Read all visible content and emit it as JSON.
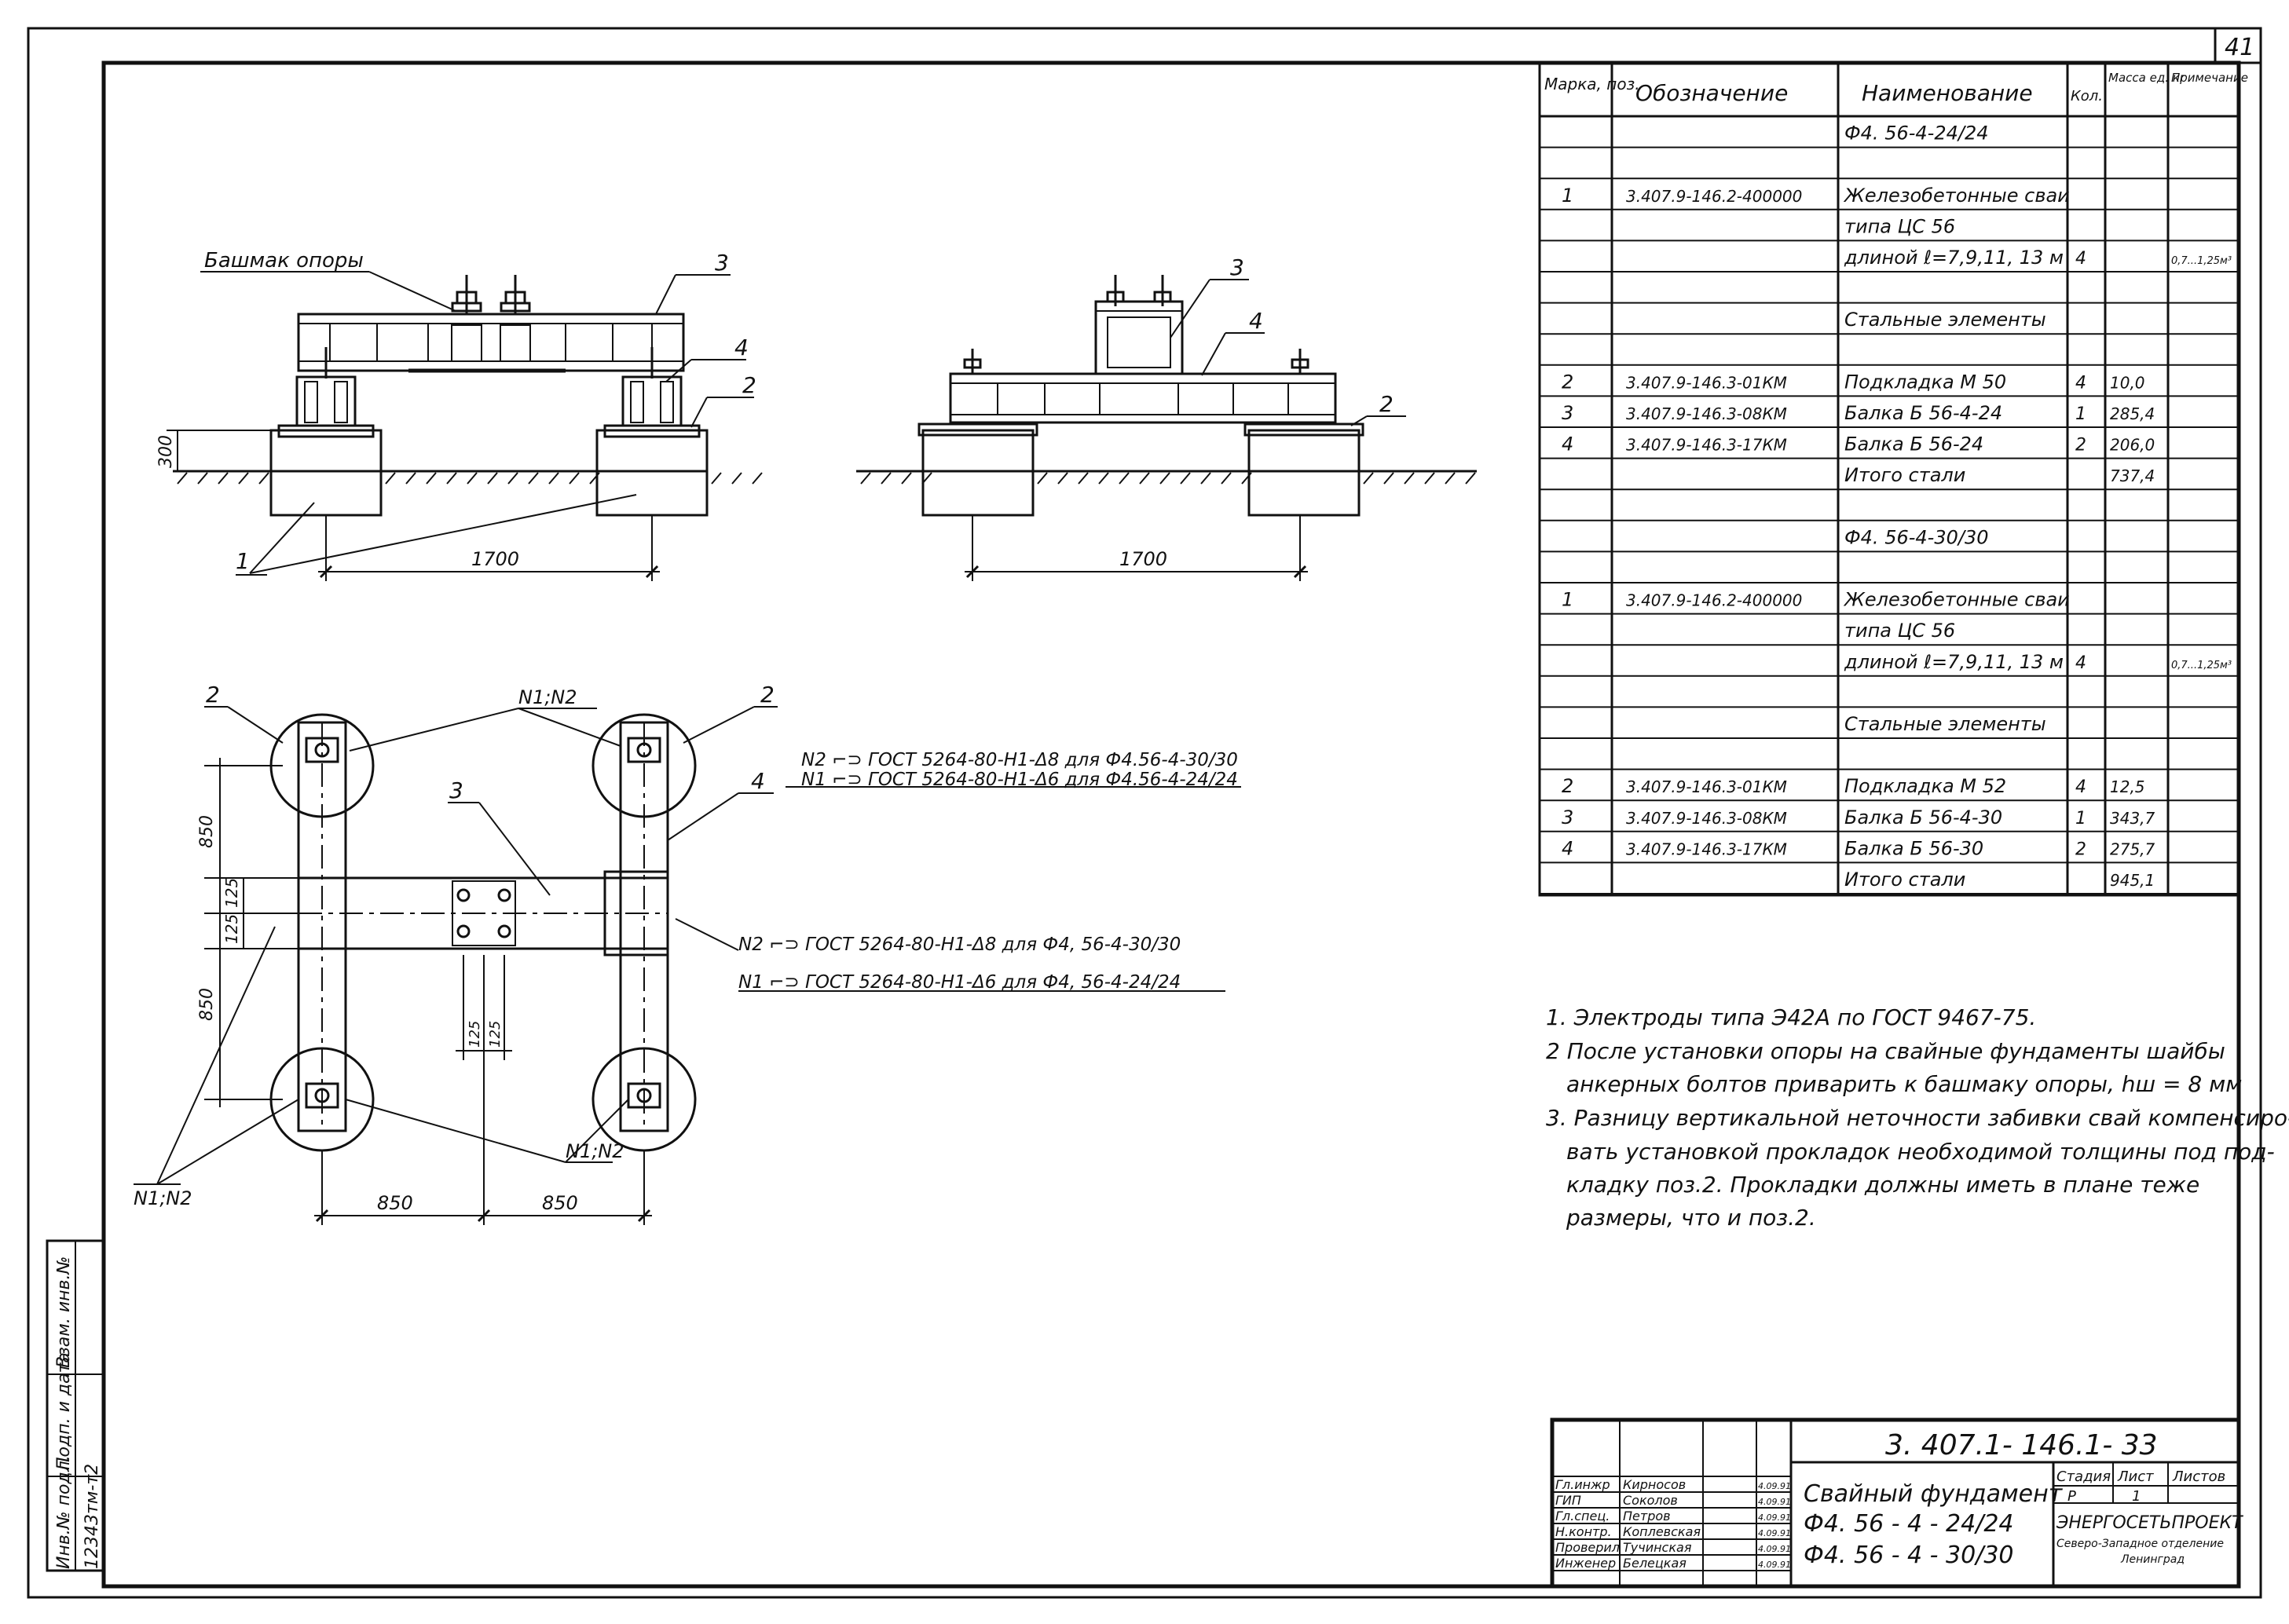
{
  "sheet": {
    "page_number": "41",
    "drawing_code": "3. 407.1- 146.1- 33"
  },
  "views": {
    "front_label": "Башмак опоры",
    "dim_height": "300",
    "dim_span_front": "1700",
    "dim_span_side": "1700",
    "plan_dim_a": "850",
    "plan_dim_b": "850",
    "plan_dim_c": "125",
    "plan_dim_d": "125",
    "plan_dim_e": "125",
    "plan_dim_f": "125",
    "plan_dim_g": "850",
    "plan_dim_h": "850",
    "weld_ref_1": "N1;N2",
    "weld_ref_2": "N1;N2",
    "weld_ref_3": "N1;N2",
    "weld_note_1": "N2 ⌐⊃ ГОСТ 5264-80-Н1-Δ8 для Ф4.56-4-30/30",
    "weld_note_2": "N1 ⌐⊃ ГОСТ 5264-80-Н1-Δ6 для Ф4.56-4-24/24",
    "weld_note_3": "N2 ⌐⊃ ГОСТ 5264-80-Н1-Δ8 для Ф4, 56-4-30/30",
    "weld_note_4": "N1 ⌐⊃ ГОСТ 5264-80-Н1-Δ6 для Ф4, 56-4-24/24",
    "pos1": "1",
    "pos2a": "2",
    "pos2b": "2",
    "pos2c": "2",
    "pos2d": "2",
    "pos3a": "3",
    "pos3b": "3",
    "pos3c": "3",
    "pos4a": "4",
    "pos4b": "4",
    "pos4c": "4"
  },
  "spec_table": {
    "headers": [
      "Марка, поз.",
      "Обозначение",
      "Наименование",
      "Кол.",
      "Масса ед. кг",
      "Примечание"
    ],
    "rows": [
      [
        "",
        "",
        "Ф4. 56-4-24/24",
        "",
        "",
        ""
      ],
      [
        "",
        "",
        "",
        "",
        "",
        ""
      ],
      [
        "1",
        "3.407.9-146.2-400000",
        "Железобетонные сваи",
        "",
        "",
        ""
      ],
      [
        "",
        "",
        "типа ЦС 56",
        "",
        "",
        ""
      ],
      [
        "",
        "",
        "длиной ℓ=7,9,11, 13 м",
        "4",
        "",
        "0,7...1,25м³"
      ],
      [
        "",
        "",
        "",
        "",
        "",
        ""
      ],
      [
        "",
        "",
        "Стальные элементы",
        "",
        "",
        ""
      ],
      [
        "",
        "",
        "",
        "",
        "",
        ""
      ],
      [
        "2",
        "3.407.9-146.3-01КМ",
        "Подкладка М 50",
        "4",
        "10,0",
        ""
      ],
      [
        "3",
        "3.407.9-146.3-08КМ",
        "Балка Б 56-4-24",
        "1",
        "285,4",
        ""
      ],
      [
        "4",
        "3.407.9-146.3-17КМ",
        "Балка Б 56-24",
        "2",
        "206,0",
        ""
      ],
      [
        "",
        "",
        "Итого стали",
        "",
        "737,4",
        ""
      ],
      [
        "",
        "",
        "",
        "",
        "",
        ""
      ],
      [
        "",
        "",
        "Ф4. 56-4-30/30",
        "",
        "",
        ""
      ],
      [
        "",
        "",
        "",
        "",
        "",
        ""
      ],
      [
        "1",
        "3.407.9-146.2-400000",
        "Железобетонные сваи",
        "",
        "",
        ""
      ],
      [
        "",
        "",
        "типа ЦС 56",
        "",
        "",
        ""
      ],
      [
        "",
        "",
        "длиной ℓ=7,9,11, 13 м",
        "4",
        "",
        "0,7...1,25м³"
      ],
      [
        "",
        "",
        "",
        "",
        "",
        ""
      ],
      [
        "",
        "",
        "Стальные элементы",
        "",
        "",
        ""
      ],
      [
        "",
        "",
        "",
        "",
        "",
        ""
      ],
      [
        "2",
        "3.407.9-146.3-01КМ",
        "Подкладка М 52",
        "4",
        "12,5",
        ""
      ],
      [
        "3",
        "3.407.9-146.3-08КМ",
        "Балка Б 56-4-30",
        "1",
        "343,7",
        ""
      ],
      [
        "4",
        "3.407.9-146.3-17КМ",
        "Балка Б 56-30",
        "2",
        "275,7",
        ""
      ],
      [
        "",
        "",
        "Итого стали",
        "",
        "945,1",
        ""
      ]
    ]
  },
  "notes": [
    "1. Электроды типа Э42А по ГОСТ 9467-75.",
    "2 После установки опоры на свайные фундаменты шайбы",
    "анкерных болтов приварить к башмаку опоры, hш = 8 мм",
    "3. Разницу вертикальной неточности забивки свай компенсиро-",
    "вать установкой прокладок необходимой толщины под под-",
    "кладку поз.2. Прокладки должны иметь в плане теже",
    "размеры, что и поз.2."
  ],
  "side_stamp": {
    "labels": [
      "Инв.№ подл.",
      "Подп. и дата",
      "Взам. инв.№"
    ],
    "inv_value": "12343тм-т2"
  },
  "title_block": {
    "people": [
      [
        "Гл.инжр",
        "Кирносов"
      ],
      [
        "ГИП",
        "Соколов"
      ],
      [
        "Гл.спец.",
        "Петров"
      ],
      [
        "Н.контр.",
        "Коплевская"
      ],
      [
        "Проверил",
        "Тучинская"
      ],
      [
        "Инженер",
        "Белецкая"
      ]
    ],
    "dates": [
      "4.09.91",
      "4.09.91",
      "4.09.91",
      "4.09.91",
      "4.09.91",
      "4.09.91"
    ],
    "title_lines": [
      "Свайный фундамент",
      "Ф4. 56 - 4 - 24/24",
      "Ф4. 56 - 4 - 30/30"
    ],
    "stage_headers": [
      "Стадия",
      "Лист",
      "Листов"
    ],
    "stage_value": "Р",
    "sheet_value": "1",
    "org_name": "ЭНЕРГОСЕТЬПРОЕКТ",
    "org_sub1": "Северо-Западное отделение",
    "org_sub2": "Ленинград"
  }
}
